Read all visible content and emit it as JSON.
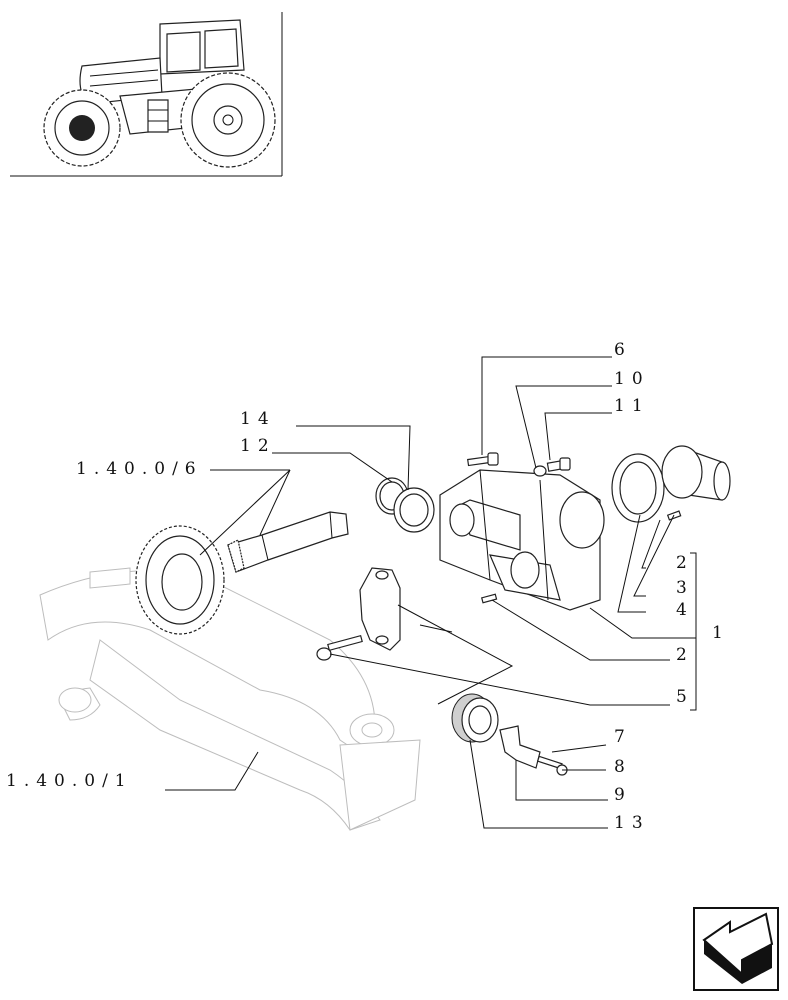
{
  "thumbnail": {
    "icon": "tractor-icon"
  },
  "callouts": {
    "c6": "6",
    "c10": "10",
    "c11": "11",
    "c14": "14",
    "c12": "12",
    "ref_top": "1.40.0/6",
    "ref_bottom": "1.40.0/1",
    "c2a": "2",
    "c3": "3",
    "c4": "4",
    "c1": "1",
    "c2b": "2",
    "c5": "5",
    "c7": "7",
    "c8": "8",
    "c9": "9",
    "c13": "13"
  },
  "nav": {
    "icon": "arrow-back-icon"
  }
}
